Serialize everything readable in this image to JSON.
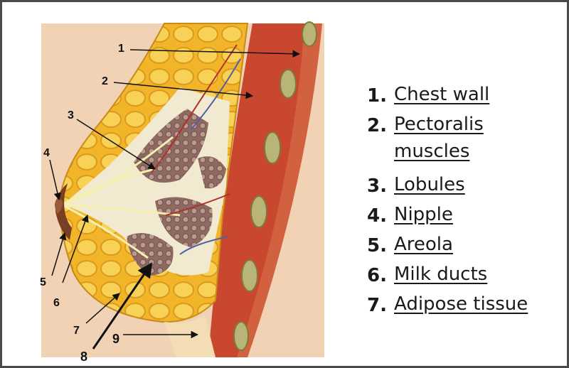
{
  "figure": {
    "markers": [
      "1",
      "2",
      "3",
      "4",
      "5",
      "6",
      "7",
      "8",
      "9"
    ]
  },
  "legend": {
    "items": [
      {
        "number": "1.",
        "term": "Chest wall"
      },
      {
        "number": "2.",
        "term": "Pectoralis muscles"
      },
      {
        "number": "3.",
        "term": "Lobules"
      },
      {
        "number": "4.",
        "term": "Nipple"
      },
      {
        "number": "5.",
        "term": "Areola"
      },
      {
        "number": "6.",
        "term": "Milk ducts"
      },
      {
        "number": "7.",
        "term": "Adipose tissue"
      }
    ]
  },
  "colors": {
    "frame_border": "#4a4a4a",
    "background_skin": "#f1d2b4",
    "adipose": "#f3b92f",
    "muscle": "#c4472e",
    "lobules": "#8c6a64",
    "ducts": "#f2eaa6"
  }
}
